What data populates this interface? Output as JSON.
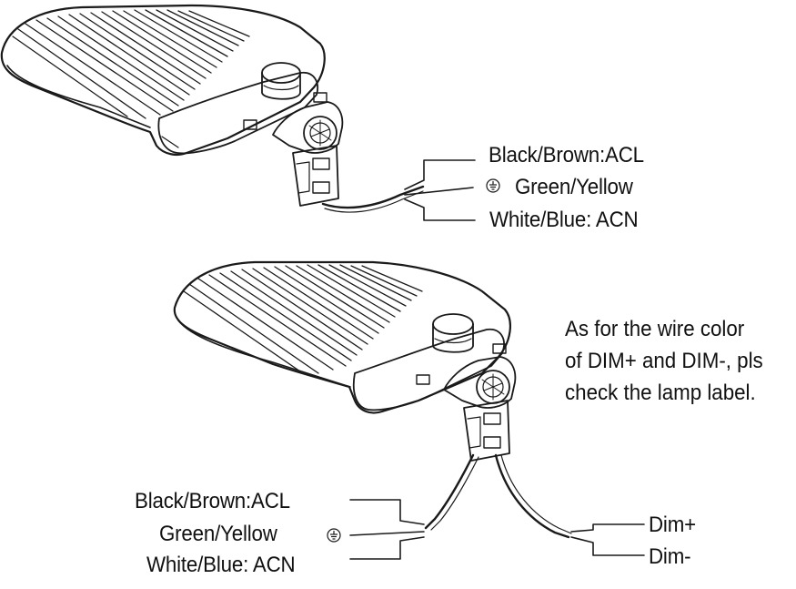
{
  "diagram1": {
    "line_label": "Black/Brown:ACL",
    "ground_label": "Green/Yellow",
    "neutral_label": "White/Blue: ACN",
    "ground_icon": "protective-earth-icon"
  },
  "diagram2": {
    "line_label": "Black/Brown:ACL",
    "ground_label": "Green/Yellow",
    "neutral_label": "White/Blue: ACN",
    "ground_icon": "protective-earth-icon",
    "dim_plus_label": "Dim+",
    "dim_minus_label": "Dim-"
  },
  "note": {
    "line1": "As for the wire color",
    "line2": "of DIM+ and DIM-, pls",
    "line3": "check the lamp label."
  }
}
